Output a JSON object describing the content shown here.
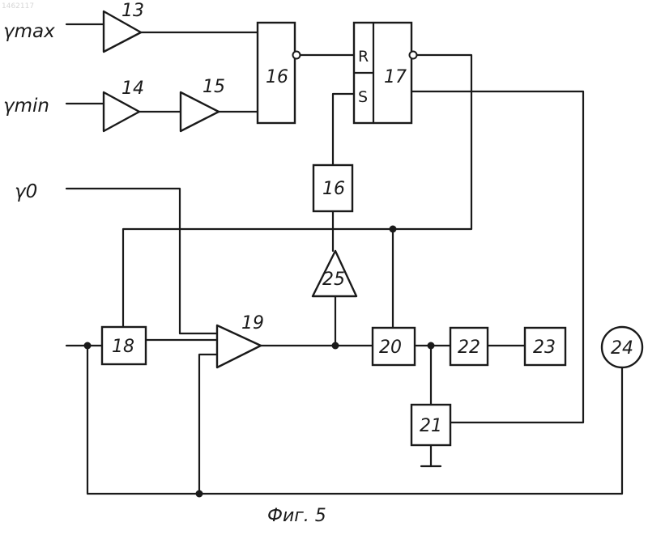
{
  "corner_mark": "1462117",
  "inputs": {
    "gamma_max": "γmax",
    "gamma_min": "γmin",
    "gamma_0": "γ0"
  },
  "blocks": {
    "b13": "13",
    "b14": "14",
    "b15": "15",
    "b16_top": "16",
    "b17": "17",
    "b17_r": "R",
    "b17_s": "S",
    "b16_mid": "16",
    "b25": "25",
    "b18": "18",
    "b19": "19",
    "b20": "20",
    "b21": "21",
    "b22": "22",
    "b23": "23",
    "b24": "24"
  },
  "caption": "Фиг. 5"
}
